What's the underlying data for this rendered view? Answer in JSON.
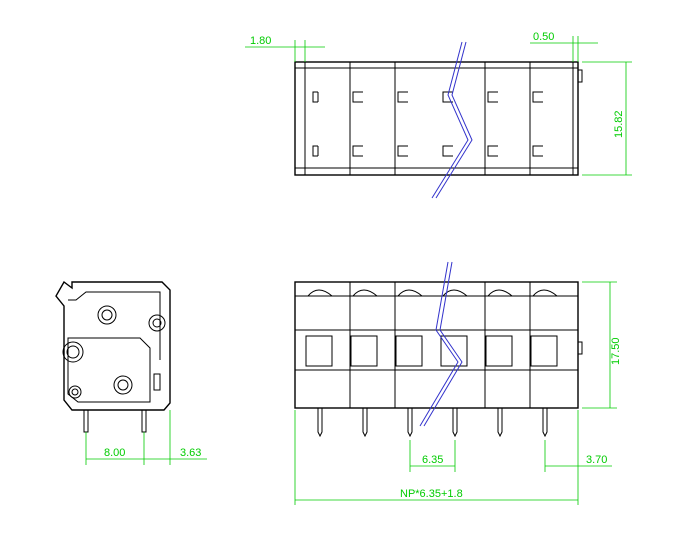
{
  "dimensions": {
    "top_left": "1.80",
    "top_right": "0.50",
    "top_height": "15.82",
    "front_height": "17.50",
    "side_pitch": "8.00",
    "side_offset": "3.63",
    "front_pitch": "6.35",
    "front_edge": "3.70",
    "total_length": "NP*6.35+1.8"
  },
  "colors": {
    "outline": "#000000",
    "dimension": "#00cc00",
    "break_line": "#3333cc"
  }
}
